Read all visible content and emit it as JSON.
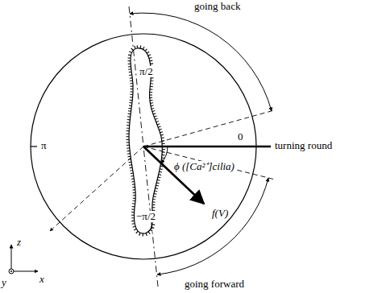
{
  "diagram": {
    "labels": [
      "going back",
      "π/2",
      "π",
      "0",
      "turning round",
      "−π/2",
      "ϕ ([Ca²⁺]cilia)",
      "f(V)",
      "going forward",
      "z",
      "x",
      "y"
    ]
  }
}
